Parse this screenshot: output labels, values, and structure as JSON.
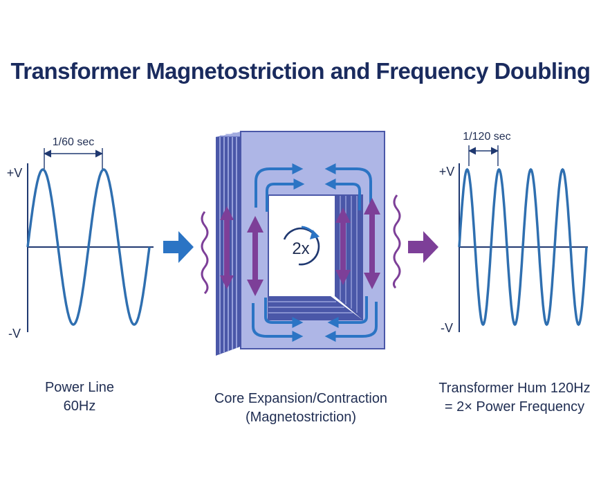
{
  "title": "Transformer Magnetostriction and Frequency Doubling",
  "input_wave": {
    "period_label": "1/60 sec",
    "pos_label": "+V",
    "neg_label": "-V",
    "caption_line1": "Power Line",
    "caption_line2": "60Hz",
    "cycles": 2
  },
  "core": {
    "center_label": "2x",
    "caption_line1": "Core Expansion/Contraction",
    "caption_line2": "(Magnetostriction)"
  },
  "output_wave": {
    "period_label": "1/120 sec",
    "pos_label": "+V",
    "neg_label": "-V",
    "caption_line1": "Transformer Hum 120Hz",
    "caption_line2": "= 2× Power Frequency",
    "cycles": 4
  },
  "colors": {
    "title": "#1a2b5e",
    "wave": "#2f6fb0",
    "axis": "#1f3870",
    "arrow_blue": "#2b74c4",
    "arrow_purple": "#7d3f98",
    "core_face": "#aeb6e6",
    "core_side": "#4a57a8",
    "core_lamination": "#5d69b8"
  }
}
